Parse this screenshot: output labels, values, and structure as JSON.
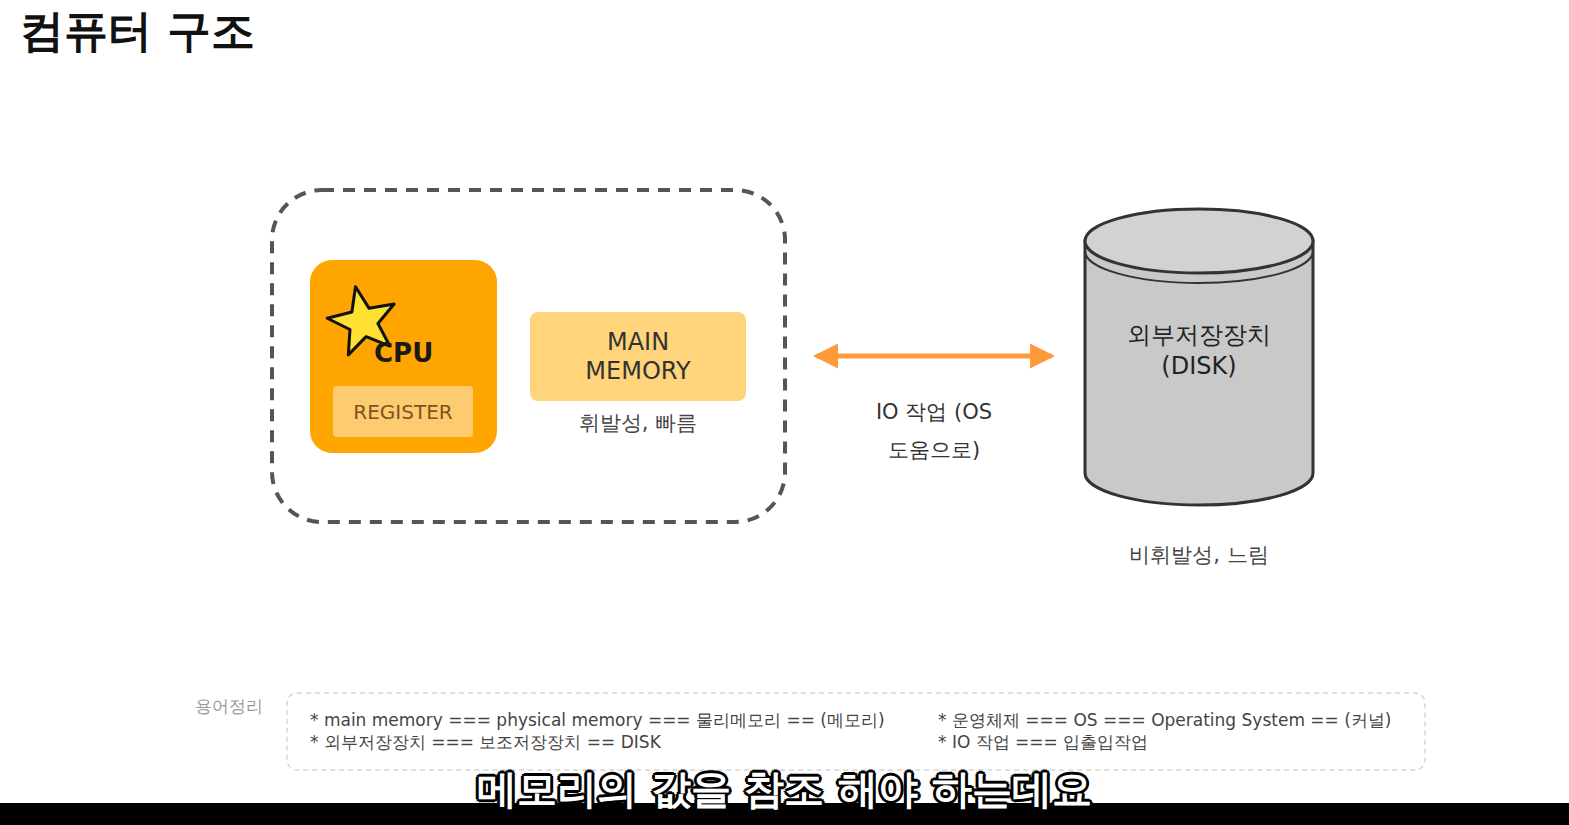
{
  "diagram": {
    "title": "컴퓨터 구조",
    "nodes": [
      {
        "text": [
          "CPU"
        ]
      },
      {
        "text": [
          "REGISTER"
        ],
        "in": 0
      },
      {
        "text": [
          "MAIN MEMORY",
          "휘발성, 빠름"
        ]
      },
      {
        "text": [
          "외부저장장치 (DISK)",
          "비휘발성, 느림"
        ]
      }
    ],
    "edges": [
      {
        "from": 2,
        "to": 3,
        "label": "IO 작업 (OS 도움으로)",
        "arrow": "both"
      }
    ],
    "labels": [
      "용어정리",
      "* main memory === physical memory === 물리메모리 == (메모리)",
      "* 외부저장장치 === 보조저장장치 == DISK",
      "* 운영체제 === OS === Operating System == (커널)",
      "* IO 작업 === 입출입작업",
      "메모리의 값을 참조 해야 하는데요"
    ]
  }
}
